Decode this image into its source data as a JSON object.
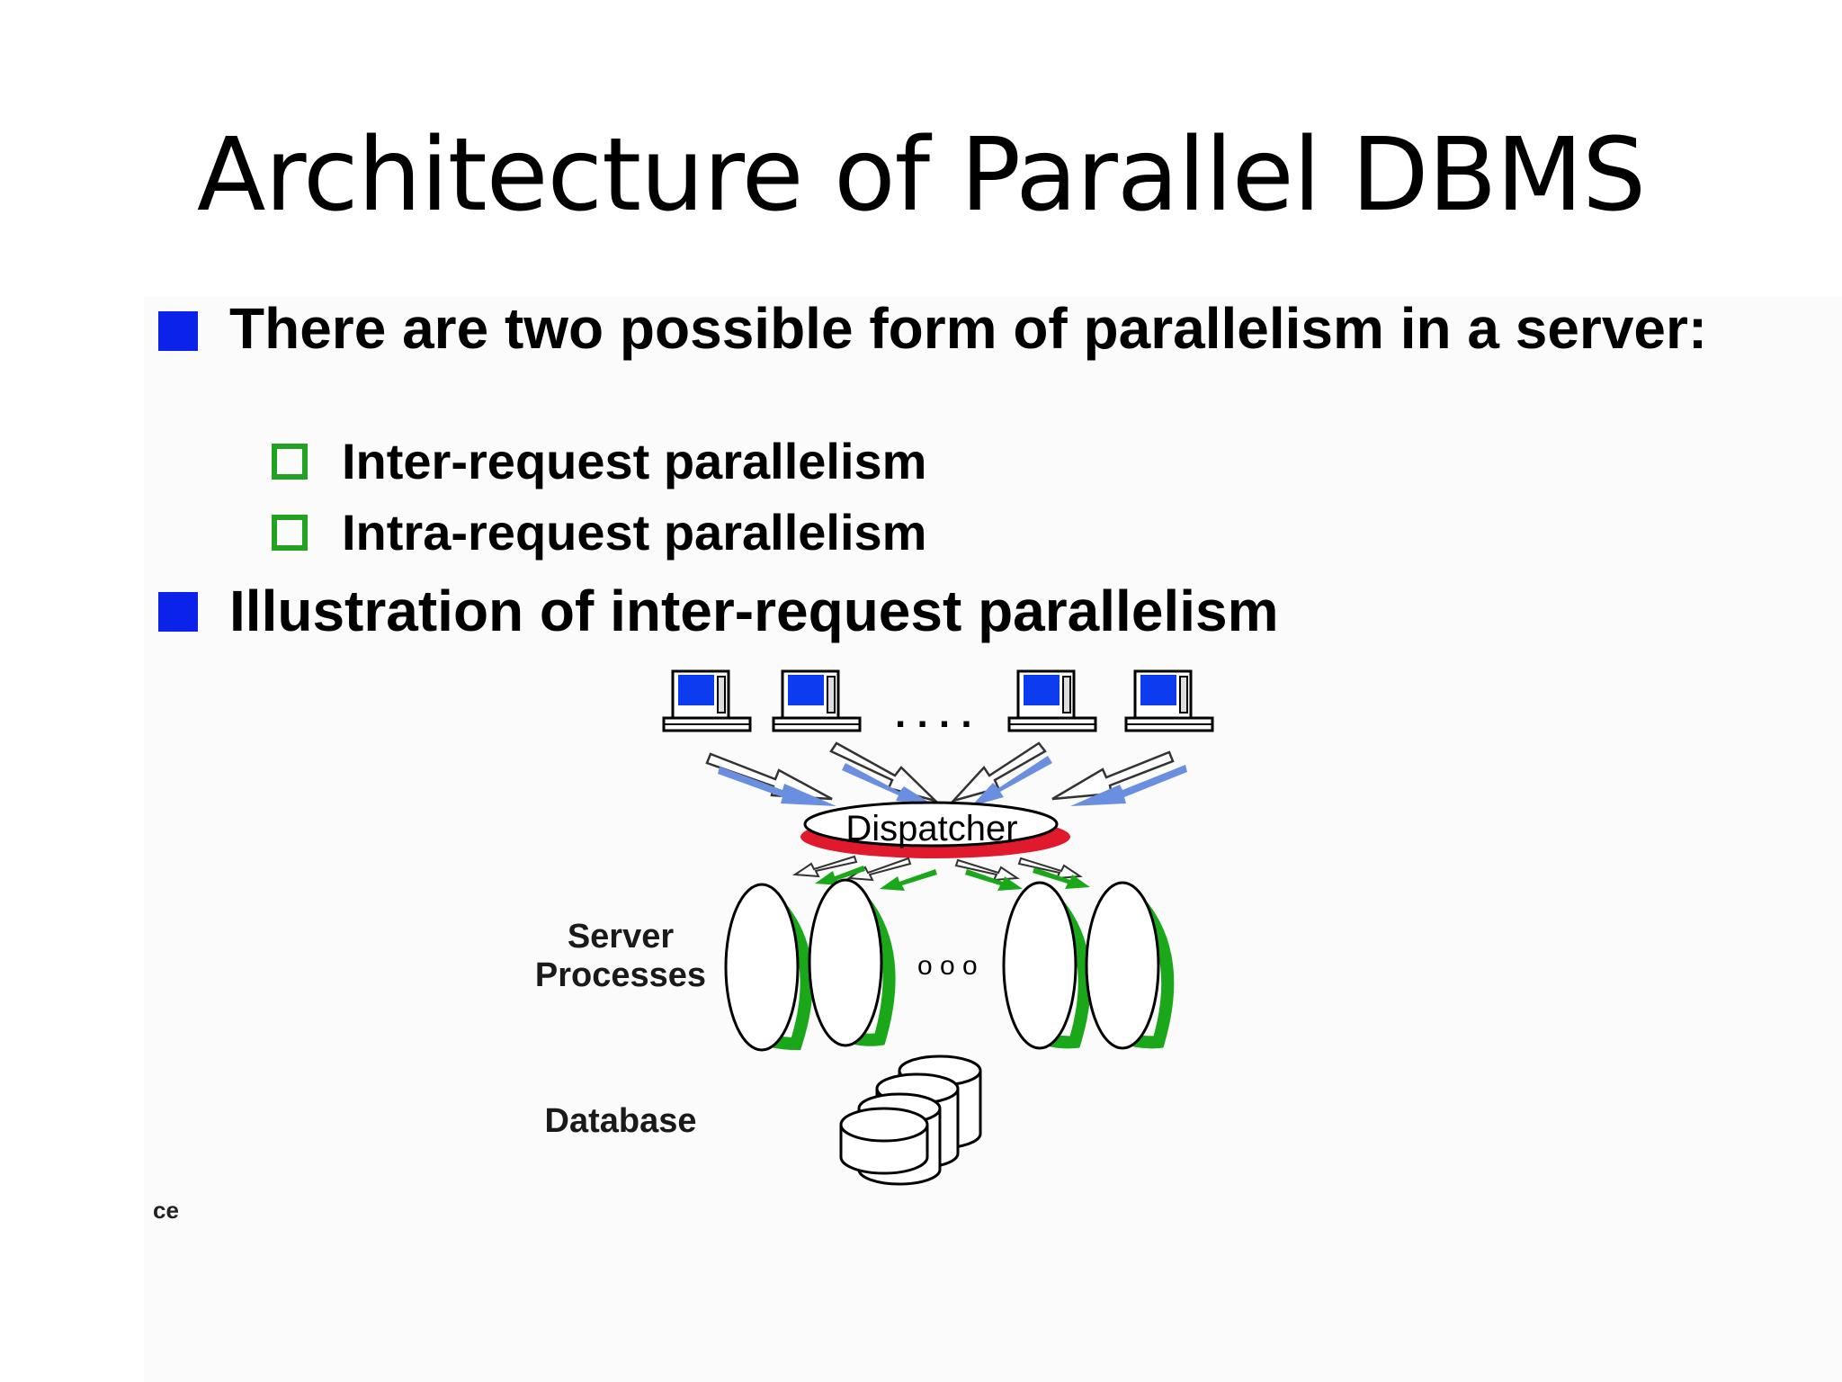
{
  "slide": {
    "title": "Architecture of Parallel DBMS"
  },
  "bullets": [
    {
      "text": "There are two possible form of parallelism in a server:",
      "sub_items": [
        "Inter-request parallelism",
        "Intra-request parallelism"
      ]
    },
    {
      "text": "Illustration of inter-request parallelism"
    }
  ],
  "diagram": {
    "dispatcher_label": "Dispatcher",
    "server_label_line1": "Server",
    "server_label_line2": "Processes",
    "database_label": "Database",
    "client_ellipsis": ". . . .",
    "server_ellipsis": "o o o",
    "cut_text": "ce"
  },
  "colors": {
    "bullet_main": "#0b22e8",
    "bullet_sub": "#21a321",
    "arrow_blue": "#6b8fe0",
    "dispatcher_red": "#e0192c",
    "server_green": "#1aa81a",
    "monitor_blue": "#0d3cf0"
  }
}
